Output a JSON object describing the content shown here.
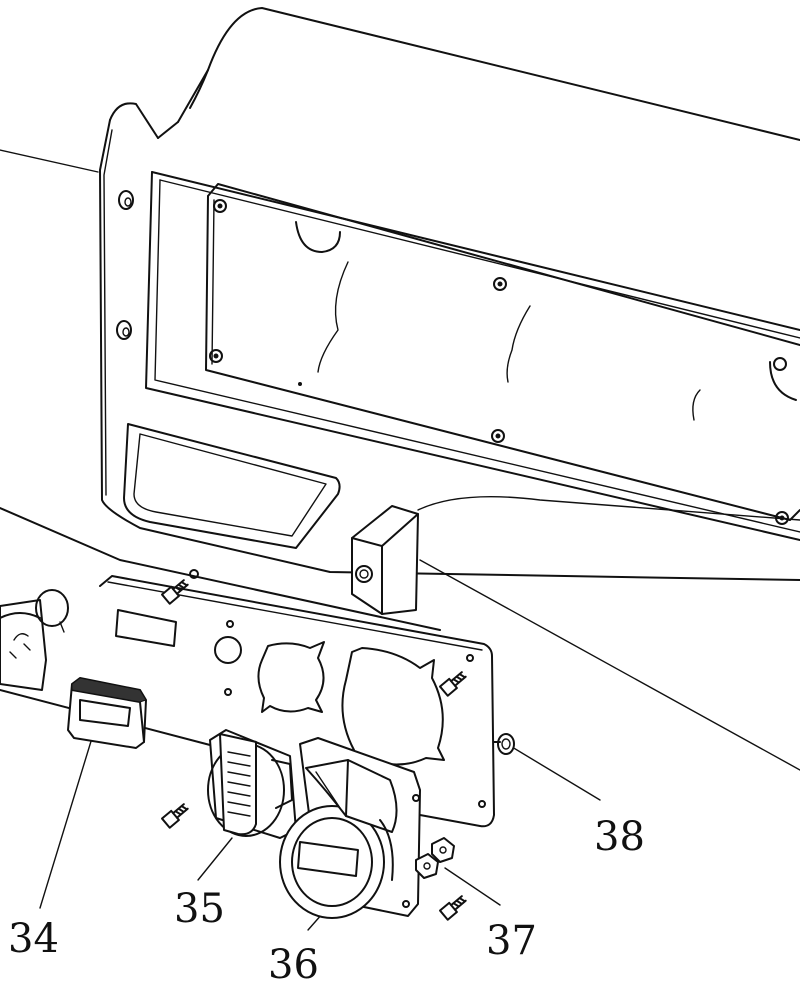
{
  "callouts": {
    "c34": "34",
    "c35": "35",
    "c36": "36",
    "c37": "37",
    "c38": "38"
  },
  "colors": {
    "line": "#111111",
    "background": "#ffffff"
  },
  "icons": [
    "screw-icon",
    "nut-icon",
    "socket-icon"
  ]
}
